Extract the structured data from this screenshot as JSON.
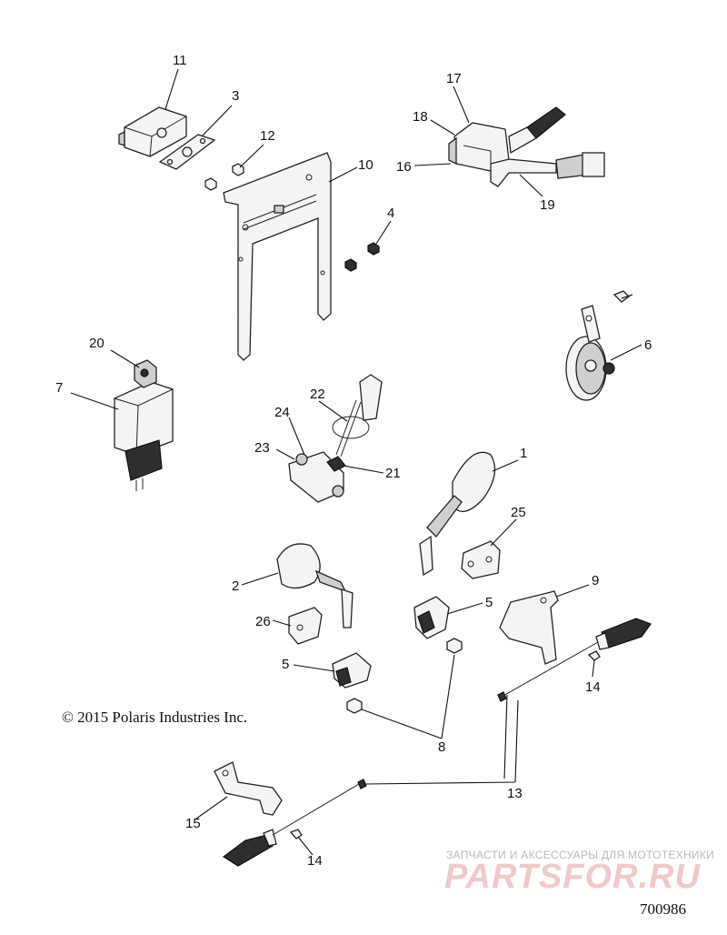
{
  "copyright": "© 2015 Polaris Industries Inc.",
  "figure_number": "700986",
  "watermark": {
    "tagline": "ЗАПЧАСТИ И АКСЕССУАРЫ ДЛЯ МОТОТЕХНИКИ",
    "brand": "PARTSFOR.RU"
  },
  "callouts": [
    {
      "id": "c11",
      "label": "11"
    },
    {
      "id": "c3",
      "label": "3"
    },
    {
      "id": "c12",
      "label": "12"
    },
    {
      "id": "c10",
      "label": "10"
    },
    {
      "id": "c4",
      "label": "4"
    },
    {
      "id": "c17",
      "label": "17"
    },
    {
      "id": "c18",
      "label": "18"
    },
    {
      "id": "c16",
      "label": "16"
    },
    {
      "id": "c19",
      "label": "19"
    },
    {
      "id": "c6",
      "label": "6"
    },
    {
      "id": "c20",
      "label": "20"
    },
    {
      "id": "c7",
      "label": "7"
    },
    {
      "id": "c22",
      "label": "22"
    },
    {
      "id": "c24",
      "label": "24"
    },
    {
      "id": "c23",
      "label": "23"
    },
    {
      "id": "c21",
      "label": "21"
    },
    {
      "id": "c1",
      "label": "1"
    },
    {
      "id": "c25",
      "label": "25"
    },
    {
      "id": "c2",
      "label": "2"
    },
    {
      "id": "c9",
      "label": "9"
    },
    {
      "id": "c5a",
      "label": "5"
    },
    {
      "id": "c26",
      "label": "26"
    },
    {
      "id": "c5b",
      "label": "5"
    },
    {
      "id": "c14a",
      "label": "14"
    },
    {
      "id": "c8",
      "label": "8"
    },
    {
      "id": "c13",
      "label": "13"
    },
    {
      "id": "c15",
      "label": "15"
    },
    {
      "id": "c14b",
      "label": "14"
    }
  ]
}
